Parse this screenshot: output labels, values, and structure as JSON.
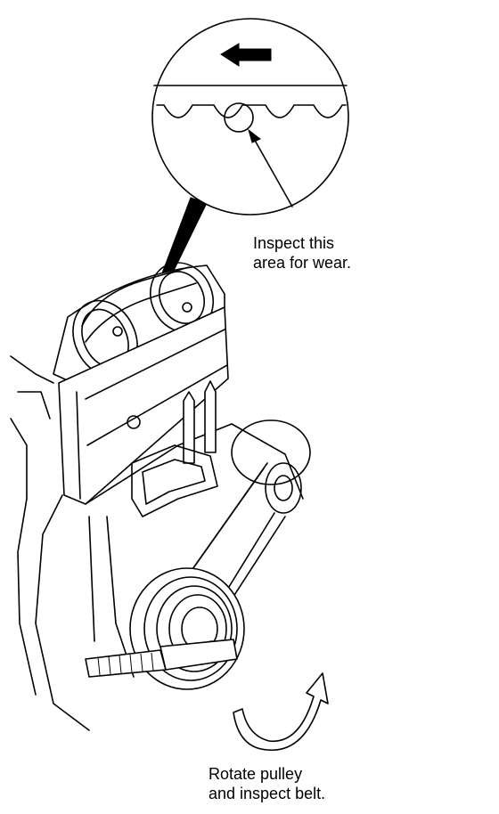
{
  "labels": {
    "inspect_area": [
      "Inspect this",
      "area for wear."
    ],
    "rotate_pulley": [
      "Rotate pulley",
      "and inspect belt."
    ]
  },
  "colors": {
    "line": "#000000",
    "background": "#ffffff"
  }
}
